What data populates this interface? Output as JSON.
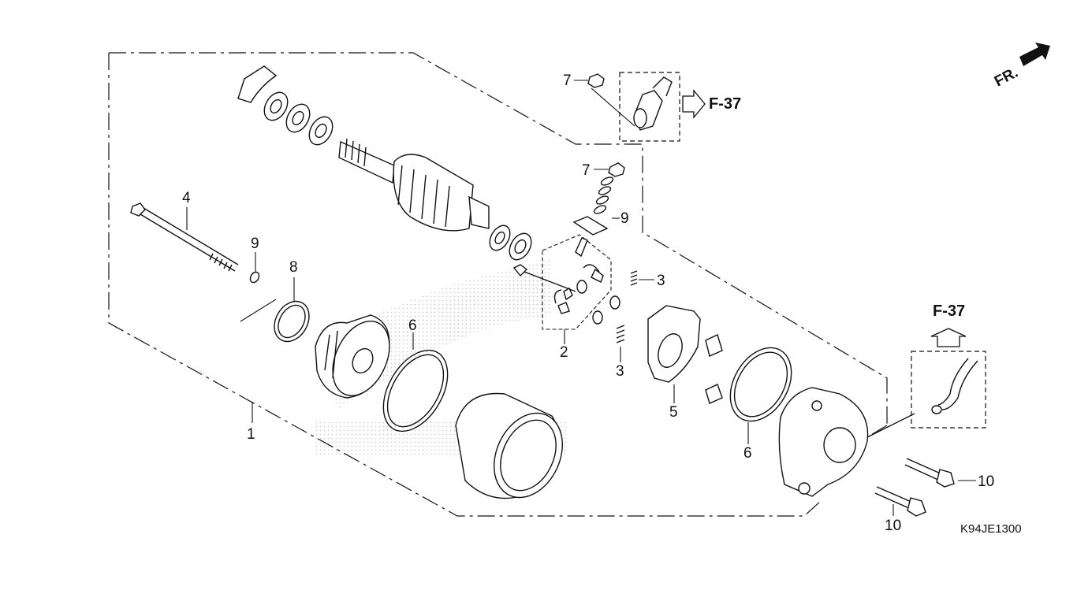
{
  "diagram": {
    "code": "K94JE1300",
    "direction_label": "FR.",
    "references": [
      "F-37",
      "F-37"
    ],
    "callouts": [
      {
        "id": "c1",
        "label": "1"
      },
      {
        "id": "c2",
        "label": "2"
      },
      {
        "id": "c3a",
        "label": "3"
      },
      {
        "id": "c3b",
        "label": "3"
      },
      {
        "id": "c4",
        "label": "4"
      },
      {
        "id": "c5",
        "label": "5"
      },
      {
        "id": "c6a",
        "label": "6"
      },
      {
        "id": "c6b",
        "label": "6"
      },
      {
        "id": "c7a",
        "label": "7"
      },
      {
        "id": "c7b",
        "label": "7"
      },
      {
        "id": "c8",
        "label": "8"
      },
      {
        "id": "c9a",
        "label": "9"
      },
      {
        "id": "c9b",
        "label": "9"
      },
      {
        "id": "c10a",
        "label": "10"
      },
      {
        "id": "c10b",
        "label": "10"
      }
    ],
    "colors": {
      "line": "#111111",
      "watermark": "#d0d0d0",
      "background": "#ffffff"
    }
  }
}
